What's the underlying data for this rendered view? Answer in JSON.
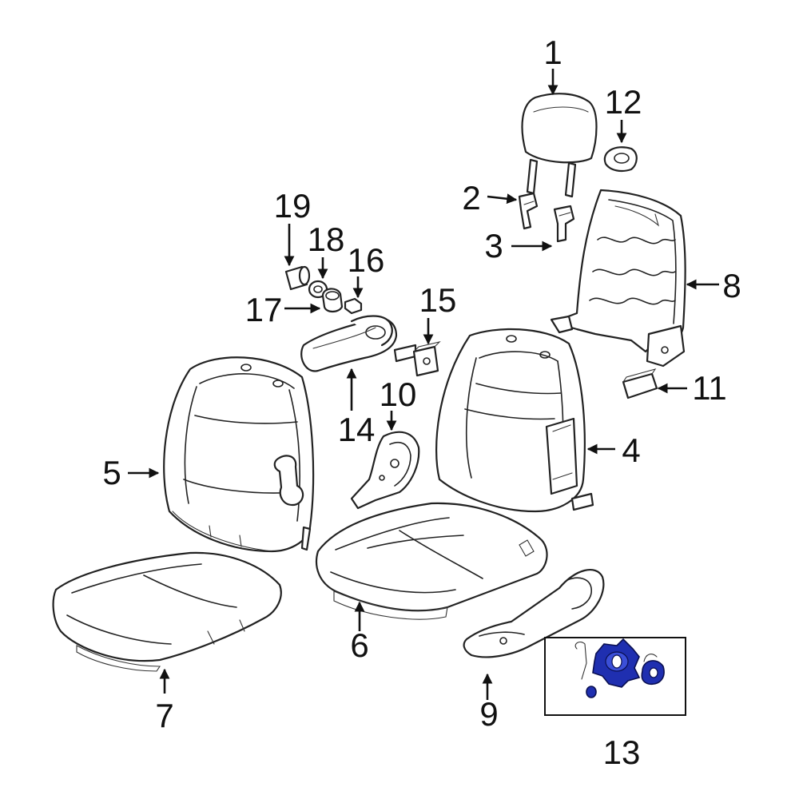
{
  "callouts": {
    "c1": "1",
    "c2": "2",
    "c3": "3",
    "c4": "4",
    "c5": "5",
    "c6": "6",
    "c7": "7",
    "c8": "8",
    "c9": "9",
    "c10": "10",
    "c11": "11",
    "c12": "12",
    "c13": "13",
    "c14": "14",
    "c15": "15",
    "c16": "16",
    "c17": "17",
    "c18": "18",
    "c19": "19"
  },
  "colors": {
    "highlight": "#1f2fb0",
    "line": "#222222"
  }
}
